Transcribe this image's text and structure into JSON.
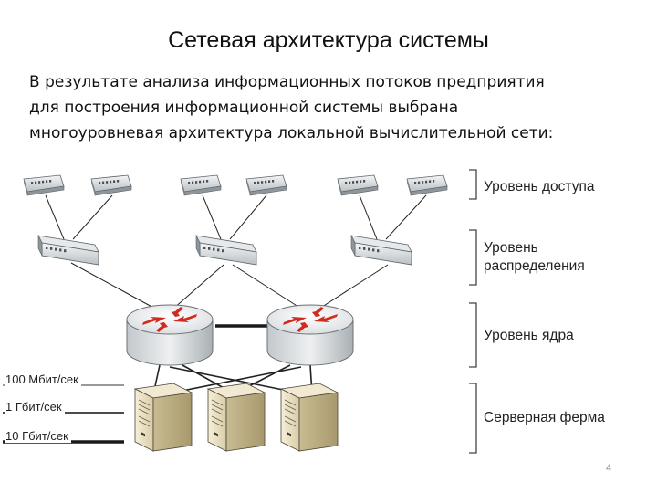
{
  "title": "Сетевая архитектура системы",
  "intro_lines": [
    "В результате анализа информационных потоков предприятия",
    "для построения информационной системы выбрана",
    "многоуровневая архитектура локальной вычислительной сети:"
  ],
  "tiers": [
    {
      "lines": [
        "Уровень доступа"
      ]
    },
    {
      "lines": [
        "Уровень",
        "распределения"
      ]
    },
    {
      "lines": [
        "Уровень ядра"
      ]
    },
    {
      "lines": [
        "Серверная ферма"
      ]
    }
  ],
  "legend": [
    {
      "label": "100 Мбит/сек"
    },
    {
      "label": "1 Гбит/сек"
    },
    {
      "label": "10 Гбит/сек"
    }
  ],
  "page_number": "4",
  "colors": {
    "arrow_red": "#d22a1f",
    "device_grey": "#cfd3d6",
    "server_beige": "#ede3c6",
    "line_dark": "#222222"
  }
}
